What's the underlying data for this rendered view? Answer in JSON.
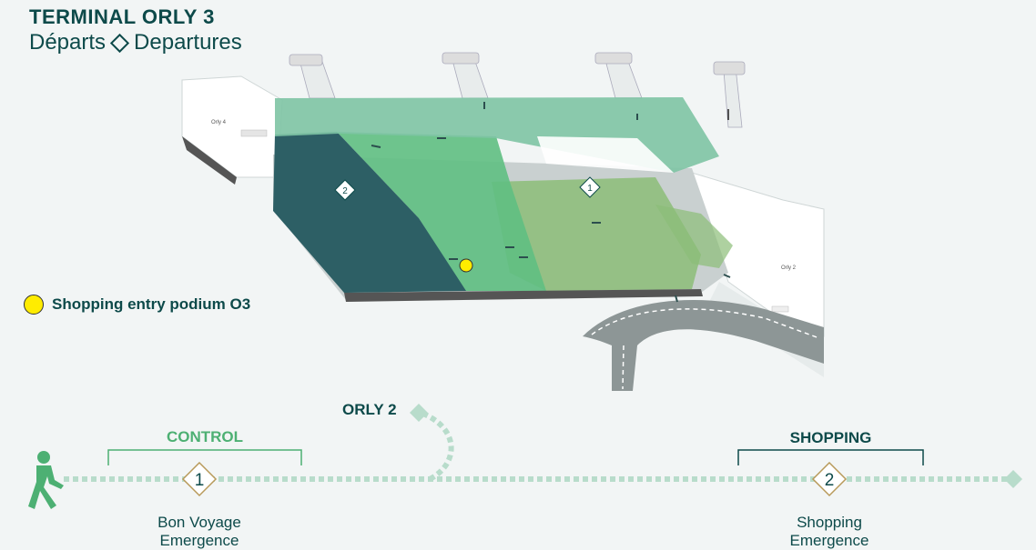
{
  "header": {
    "title": "TERMINAL ORLY 3",
    "subtitle_fr": "Départs",
    "subtitle_en": "Departures"
  },
  "map": {
    "building_labels": {
      "orly4": "Orly 4",
      "orly2": "Orly 2"
    },
    "markers": [
      "1",
      "2"
    ]
  },
  "legend": {
    "shopping_entry": "Shopping entry podium O3",
    "color": "#ffec00"
  },
  "route": {
    "branch_label": "ORLY 2",
    "control_label": "CONTROL",
    "shopping_label": "SHOPPING",
    "step1": {
      "number": "1",
      "line1": "Bon Voyage",
      "line2": "Emergence"
    },
    "step2": {
      "number": "2",
      "line1": "Shopping",
      "line2": "Emergence"
    }
  },
  "colors": {
    "dark_teal": "#2d5f65",
    "light_green": "#5fbf82",
    "olive_green": "#8cbd78",
    "pale_teal": "#7ec4a4",
    "route_dots": "#b8dccb",
    "control_green": "#4db073",
    "text_teal": "#0d4a4a",
    "marker_gold": "#b89a5a"
  }
}
